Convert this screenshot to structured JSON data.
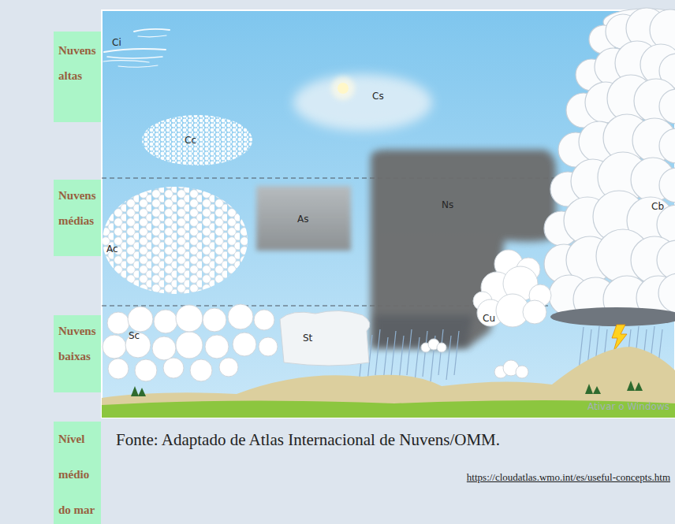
{
  "diagram": {
    "caption": "Fonte: Adaptado de Atlas Internacional de Nuvens/OMM.",
    "nodes": [
      {
        "text": [
          "Nuvens altas"
        ]
      },
      {
        "text": [
          "Nuvens médias"
        ]
      },
      {
        "text": [
          "Nuvens baixas"
        ]
      },
      {
        "text": [
          "Nível médio do mar"
        ]
      }
    ],
    "labels": [
      "Ci",
      "Cs",
      "Cc",
      "As",
      "Ac",
      "Ns",
      "Cb",
      "Cu",
      "Sc",
      "St",
      "Ativar o Windows",
      "https://cloudatlas.wmo.int/es/useful-concepts.htm"
    ]
  }
}
